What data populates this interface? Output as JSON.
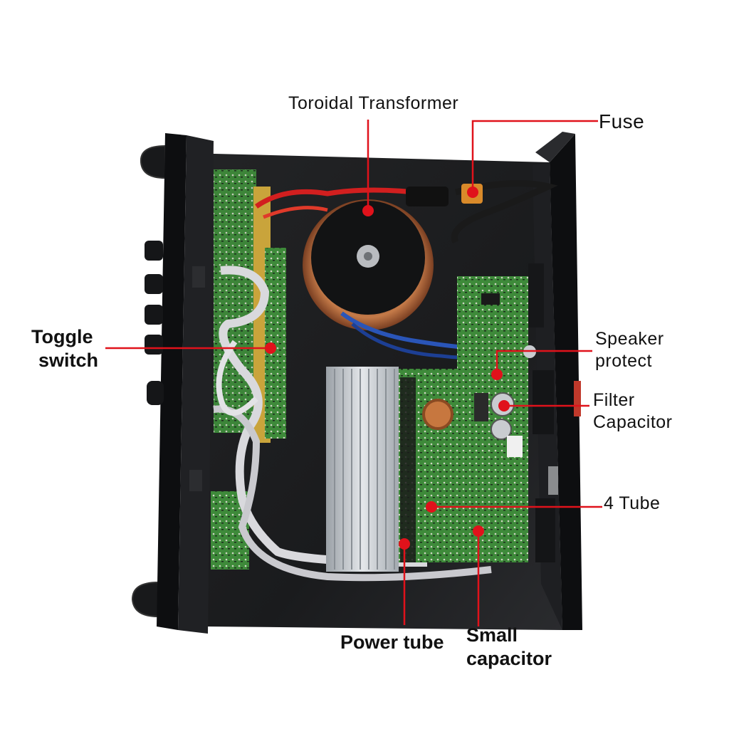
{
  "labels": {
    "toroidal_transformer": "Toroidal Transformer",
    "fuse": "Fuse",
    "toggle_switch": [
      "Toggle",
      "switch"
    ],
    "speaker_protect": [
      "Speaker",
      "protect"
    ],
    "filter_capacitor": [
      "Filter",
      "Capacitor"
    ],
    "four_tube": "4 Tube",
    "power_tube": "Power tube",
    "small_capacitor": [
      "Small",
      "capacitor"
    ]
  },
  "colors": {
    "callout": "#e0121b",
    "chassis": "#1c1d1f",
    "chassis_panel": "#101113",
    "pcb": "#3e8a3a",
    "pcb_dark": "#2c6a2b",
    "heatsink": "#c8ccd0",
    "copper": "#b7683c",
    "text": "#111111"
  }
}
